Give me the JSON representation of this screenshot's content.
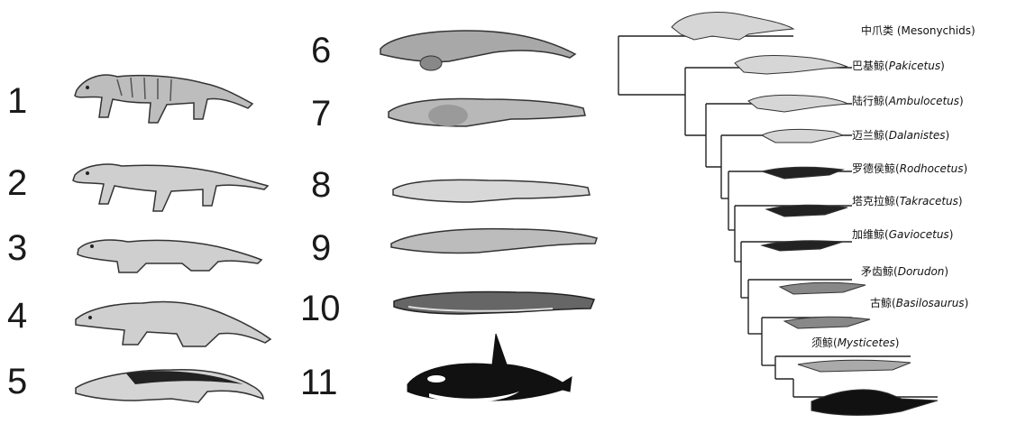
{
  "colors": {
    "ink": "#1a1a1a",
    "body_light": "#cfcfcf",
    "body_mid": "#8c8c8c",
    "body_dark": "#222222"
  },
  "numbers": [
    "1",
    "2",
    "3",
    "4",
    "5",
    "6",
    "7",
    "8",
    "9",
    "10",
    "11"
  ],
  "tree_labels": [
    {
      "cn": "中爪类",
      "la": "Mesonychids"
    },
    {
      "cn": "巴基鲸",
      "la": "Pakicetus"
    },
    {
      "cn": "陆行鲸",
      "la": "Ambulocetus"
    },
    {
      "cn": "迈兰鲸",
      "la": "Dalanistes"
    },
    {
      "cn": "罗德侯鲸",
      "la": "Rodhocetus"
    },
    {
      "cn": "塔克拉鲸",
      "la": "Takracetus"
    },
    {
      "cn": "加维鲸",
      "la": "Gaviocetus"
    },
    {
      "cn": "矛齿鲸",
      "la": "Dorudon"
    },
    {
      "cn": "古鲸",
      "la": "Basilosaurus"
    },
    {
      "cn": "须鲸",
      "la": "Mysticetes"
    }
  ]
}
